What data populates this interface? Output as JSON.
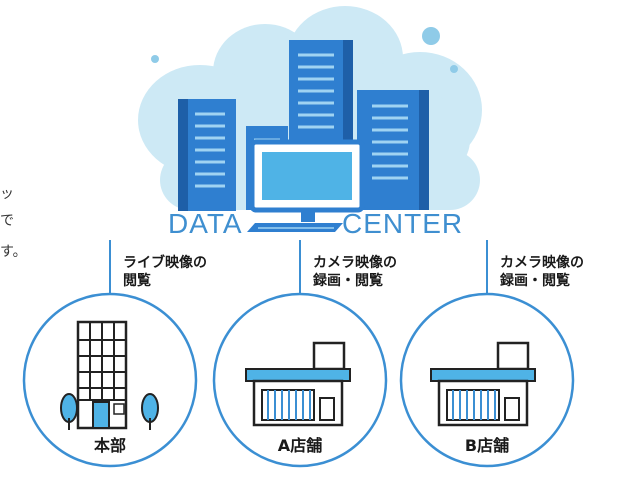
{
  "left_text": {
    "line1": "ッ",
    "line2": "で",
    "line3": "す。"
  },
  "datacenter": {
    "word1": "DATA",
    "word2": "CENTER"
  },
  "connections": [
    {
      "line1": "ライブ映像の",
      "line2": "閲覧"
    },
    {
      "line1": "カメラ映像の",
      "line2": "録画・閲覧"
    },
    {
      "line1": "カメラ映像の",
      "line2": "録画・閲覧"
    }
  ],
  "locations": [
    {
      "label": "本部",
      "icon": "office-building-icon"
    },
    {
      "label": "A店舗",
      "icon": "store-icon"
    },
    {
      "label": "B店舗",
      "icon": "store-icon"
    }
  ],
  "colors": {
    "cloud": "#cde9f5",
    "server_dark": "#1e5fa8",
    "server_mid": "#2f7fd0",
    "accent": "#2e86c8",
    "line": "#3b8fd3",
    "monitor_screen": "#4fb3e6"
  }
}
